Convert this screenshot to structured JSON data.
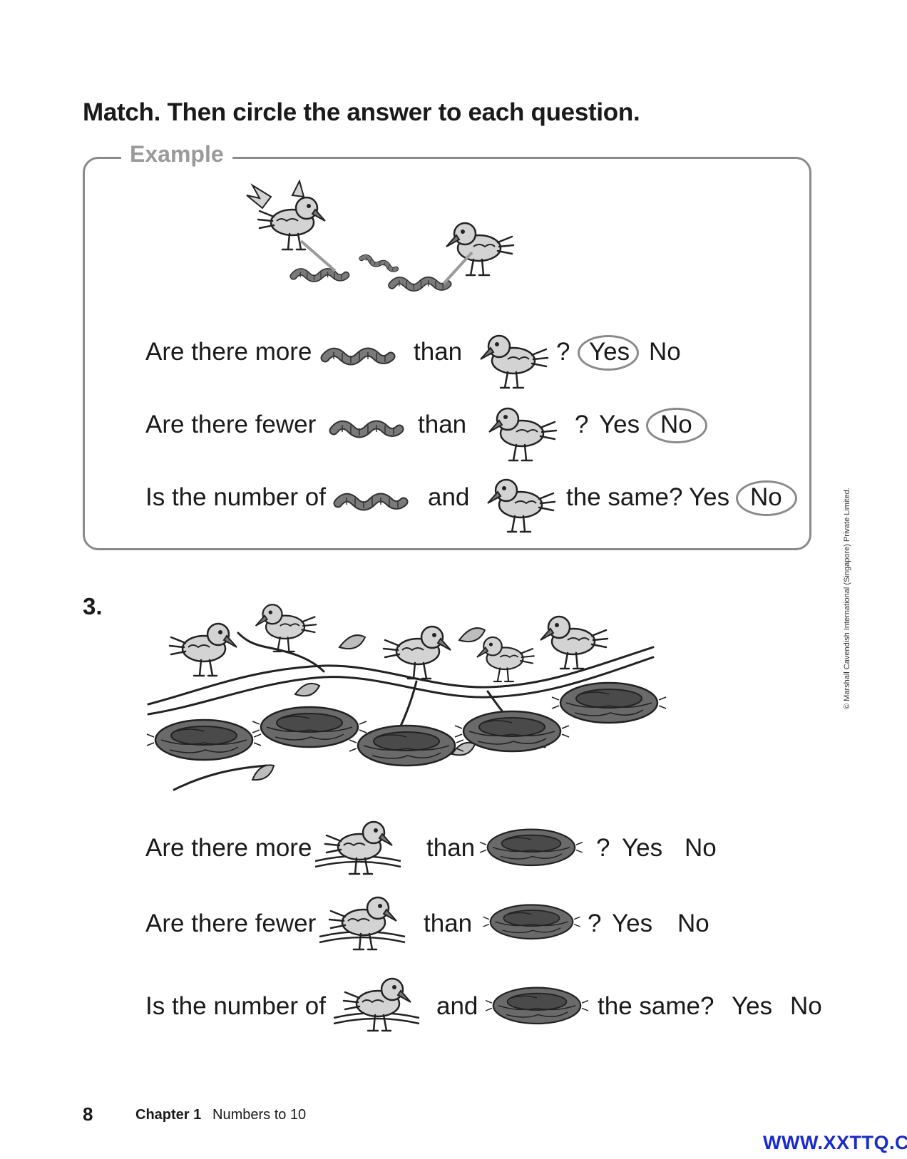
{
  "instruction": "Match. Then circle the answer to each question.",
  "example": {
    "label": "Example",
    "questions": [
      {
        "pre": "Are there more",
        "mid": "than",
        "post": "?",
        "yes": "Yes",
        "no": "No",
        "circled": "yes"
      },
      {
        "pre": "Are there fewer",
        "mid": "than",
        "post": "?",
        "yes": "Yes",
        "no": "No",
        "circled": "no"
      },
      {
        "pre": "Is the number of",
        "mid": "and",
        "post": "the same?",
        "yes": "Yes",
        "no": "No",
        "circled": "no"
      }
    ]
  },
  "exercise": {
    "number": "3.",
    "questions": [
      {
        "pre": "Are there more",
        "mid": "than",
        "post": "?",
        "yes": "Yes",
        "no": "No"
      },
      {
        "pre": "Are there fewer",
        "mid": "than",
        "post": "?",
        "yes": "Yes",
        "no": "No"
      },
      {
        "pre": "Is the number of",
        "mid": "and",
        "post": "the same?",
        "yes": "Yes",
        "no": "No"
      }
    ]
  },
  "copyright": "© Marshall Cavendish International (Singapore) Private Limited.",
  "footer": {
    "page_number": "8",
    "chapter": "Chapter 1",
    "chapter_title": "Numbers to 10"
  },
  "watermark": "WWW.XXTTQ.COM"
}
